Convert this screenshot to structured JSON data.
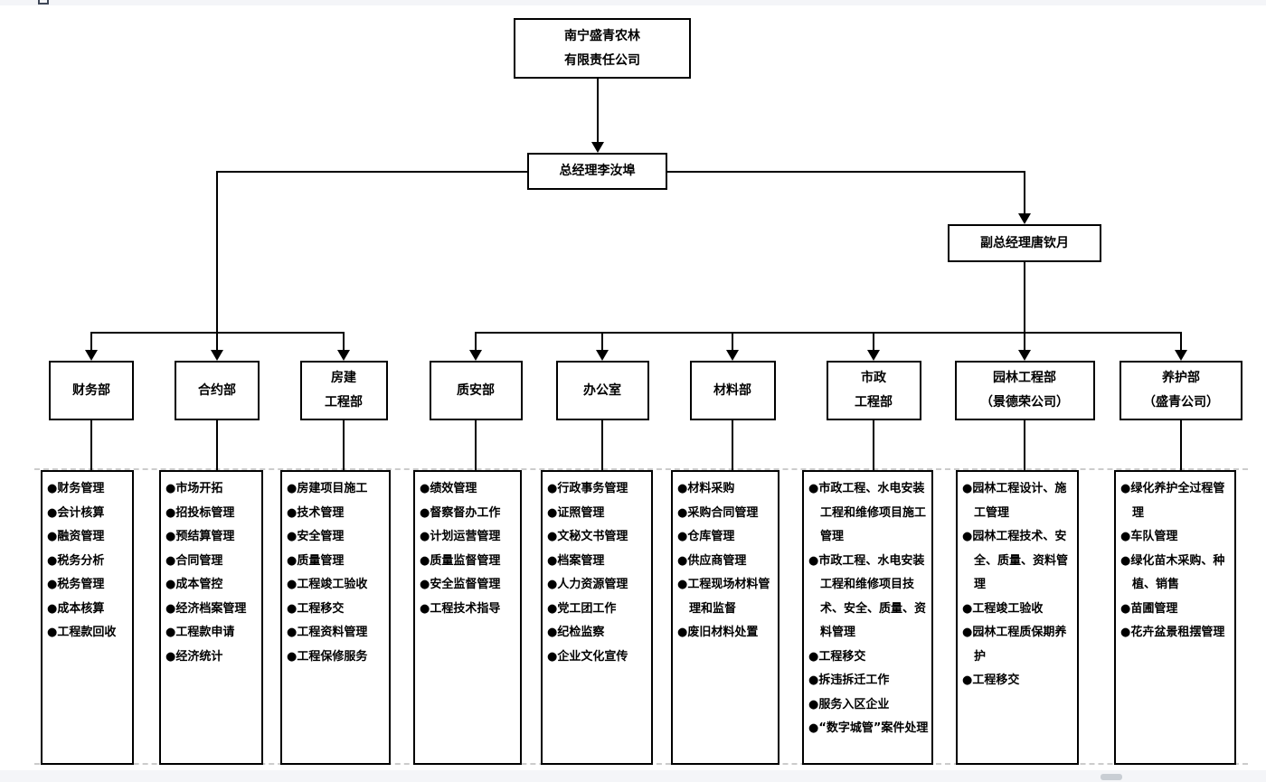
{
  "company_root": {
    "name_lines": [
      "南宁盛青农林",
      "有限责任公司"
    ]
  },
  "general_manager": {
    "label": "总经理李汝埠"
  },
  "deputy_general_manager": {
    "label": "副总经理唐钦月"
  },
  "bullet": "●",
  "departments": [
    {
      "name_lines": [
        "财务部"
      ],
      "duties": [
        "财务管理",
        "会计核算",
        "融资管理",
        "税务分析",
        "税务管理",
        "成本核算",
        "工程款回收"
      ]
    },
    {
      "name_lines": [
        "合约部"
      ],
      "duties": [
        "市场开拓",
        "招投标管理",
        "预结算管理",
        "合同管理",
        "成本管控",
        "经济档案管理",
        "工程款申请",
        "经济统计"
      ]
    },
    {
      "name_lines": [
        "房建",
        "工程部"
      ],
      "duties": [
        "房建项目施工",
        "技术管理",
        "安全管理",
        "质量管理",
        "工程竣工验收",
        "工程移交",
        "工程资料管理",
        "工程保修服务"
      ]
    },
    {
      "name_lines": [
        "质安部"
      ],
      "duties": [
        "绩效管理",
        "督察督办工作",
        "计划运营管理",
        "质量监督管理",
        "安全监督管理",
        "工程技术指导"
      ]
    },
    {
      "name_lines": [
        "办公室"
      ],
      "duties": [
        "行政事务管理",
        "证照管理",
        "文秘文书管理",
        "档案管理",
        "人力资源管理",
        "党工团工作",
        "纪检监察",
        "企业文化宣传"
      ]
    },
    {
      "name_lines": [
        "材料部"
      ],
      "duties": [
        "材料采购",
        "采购合同管理",
        "仓库管理",
        "供应商管理",
        "工程现场材料管理和监督",
        "废旧材料处置"
      ]
    },
    {
      "name_lines": [
        "市政",
        "工程部"
      ],
      "duties": [
        "市政工程、水电安装工程和维修项目施工管理",
        "市政工程、水电安装工程和维修项目技术、安全、质量、资料管理",
        "工程移交",
        "拆违拆迁工作",
        "服务入区企业",
        "“数字城管”案件处理"
      ]
    },
    {
      "name_lines": [
        "园林工程部",
        "（景德荣公司）"
      ],
      "duties": [
        "园林工程设计、施工管理",
        "园林工程技术、安全、质量、资料管理",
        "工程竣工验收",
        "园林工程质保期养护",
        "工程移交"
      ]
    },
    {
      "name_lines": [
        "养护部",
        "（盛青公司）"
      ],
      "duties": [
        "绿化养护全过程管理",
        "车队管理",
        "绿化苗木采购、种植、销售",
        "苗圃管理",
        "花卉盆景租摆管理"
      ]
    }
  ],
  "colors": {
    "line": "#000000",
    "box_border": "#000000",
    "top_strip": "#f4f5f8",
    "bottom_strip": "#f4f5f8",
    "scrollbar_thumb": "#c9ced4",
    "dashed_gridline": "#cccccc"
  }
}
